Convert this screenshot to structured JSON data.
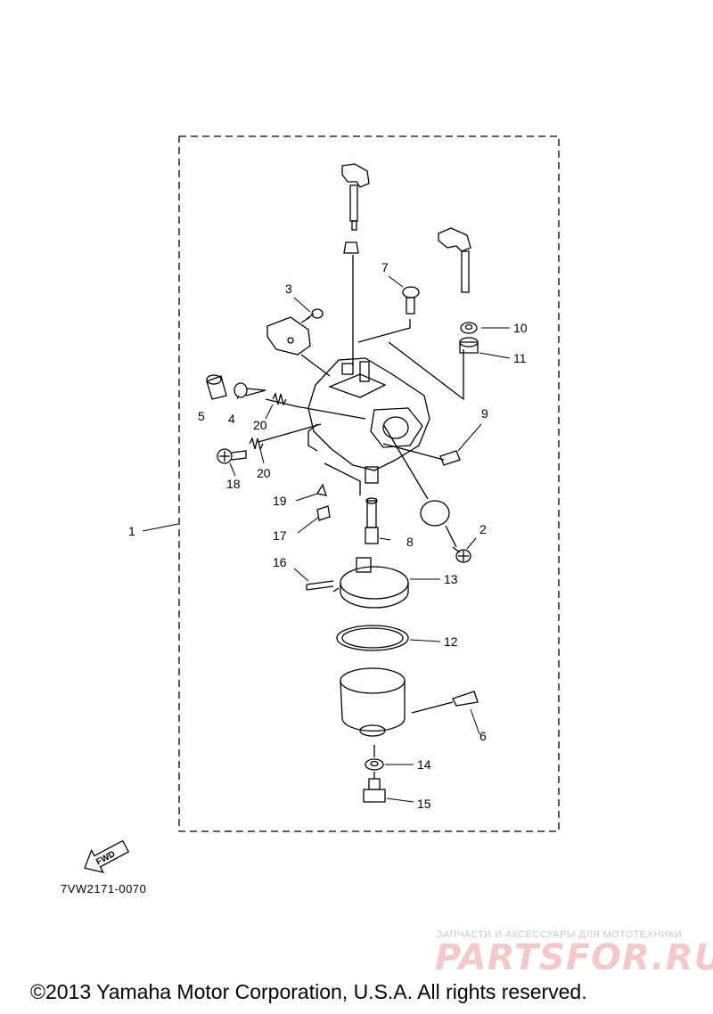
{
  "diagram": {
    "part_code": "7VW2171-0070",
    "fwd_label": "FWD",
    "callouts": [
      "1",
      "2",
      "3",
      "4",
      "5",
      "6",
      "7",
      "8",
      "9",
      "10",
      "11",
      "12",
      "13",
      "14",
      "15",
      "16",
      "17",
      "18",
      "19",
      "20",
      "20"
    ],
    "watermark_line1": "ЗАПЧАСТИ И АКСЕССУАРЫ ДЛЯ МОТОТЕХНИКИ",
    "watermark_logo": "PARTSFOR.RU",
    "copyright": "©2013 Yamaha Motor Corporation, U.S.A. All rights reserved."
  }
}
